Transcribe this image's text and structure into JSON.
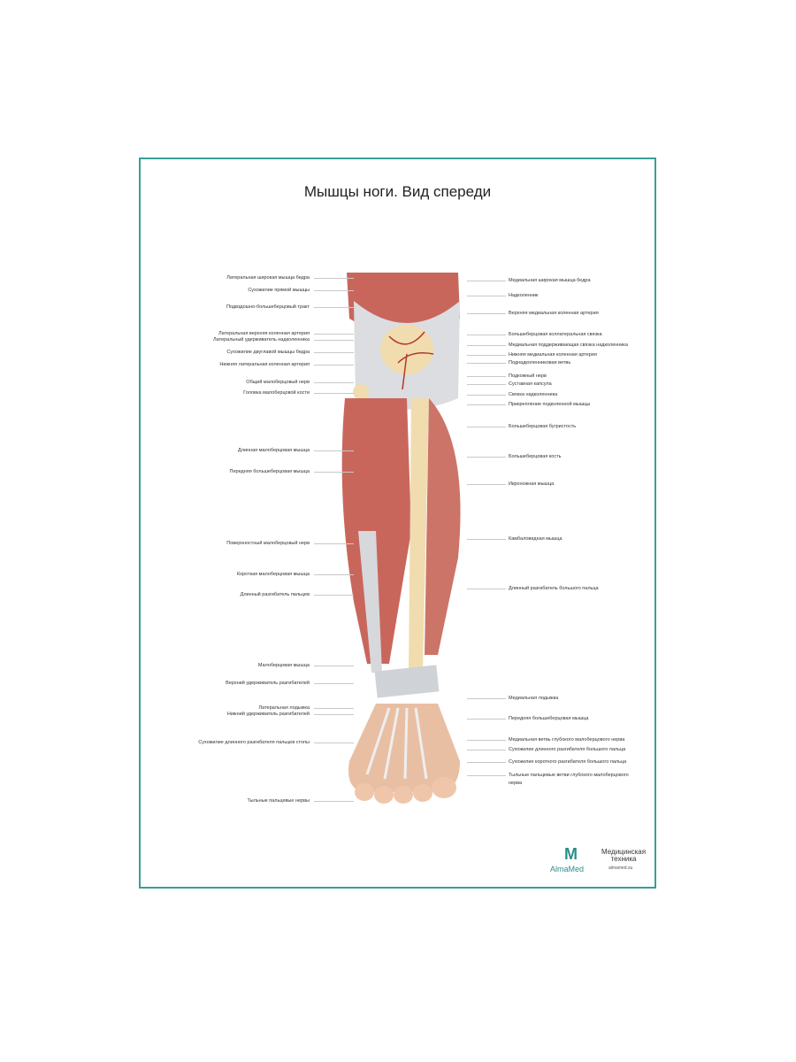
{
  "title": "Мышцы ноги. Вид спереди",
  "colors": {
    "frame": "#3a9e9a",
    "muscle": "#c9665c",
    "tendon": "#dcdde0",
    "bone": "#f0dcae"
  },
  "labels_left": [
    "Латеральная широкая мышца бедра",
    "Сухожилие прямой мышцы",
    "Подвздошно-большеберцовый тракт",
    "Латеральная верхняя коленная артерия",
    "Латеральный удерживатель надколенника",
    "Сухожилие двуглавой мышцы бедра",
    "Нижняя латеральная коленная артерия",
    "Общий малоберцовый нерв",
    "Головка малоберцовой кости",
    "Длинная малоберцовая мышца",
    "Передняя большеберцовая мышца",
    "Поверхностный малоберцовый нерв",
    "Короткая малоберцовая мышца",
    "Длинный разгибатель пальцев",
    "Малоберцовая мышца",
    "Верхний удерживатель разгибателей",
    "Латеральная лодыжка",
    "Нижний удерживатель разгибателей",
    "Сухожилие длинного разгибателя пальцев стопы",
    "Тыльные пальцевые нервы"
  ],
  "labels_right": [
    "Медиальная широкая мышца бедра",
    "Надколенник",
    "Верхняя медиальная коленная артерия",
    "Большеберцовая коллатеральная связка",
    "Медиальная поддерживающая связка надколенника",
    "Нижняя медиальная коленная артерия",
    "Поднадколенниковая ветвь",
    "Подкожный нерв",
    "Суставная капсула",
    "Связка надколенника",
    "Прикрепление подколенной мышцы",
    "Большеберцовая бугристость",
    "Большеберцовая кость",
    "Икроножная мышца",
    "Камбаловидная мышца",
    "Длинный разгибатель большого пальца",
    "Медиальная лодыжка",
    "Передняя большеберцовая мышца",
    "Медиальная ветвь глубокого малоберцового нерва",
    "Сухожилие длинного разгибателя большого пальца",
    "Сухожилие короткого разгибателя большого пальца",
    "Тыльные пальцевые ветви глубокого малоберцового",
    "нерва"
  ],
  "logo": {
    "mark": "M",
    "name": "AlmaMed",
    "tagline1": "Медицинская",
    "tagline2": "техника",
    "url": "almamed.su"
  }
}
